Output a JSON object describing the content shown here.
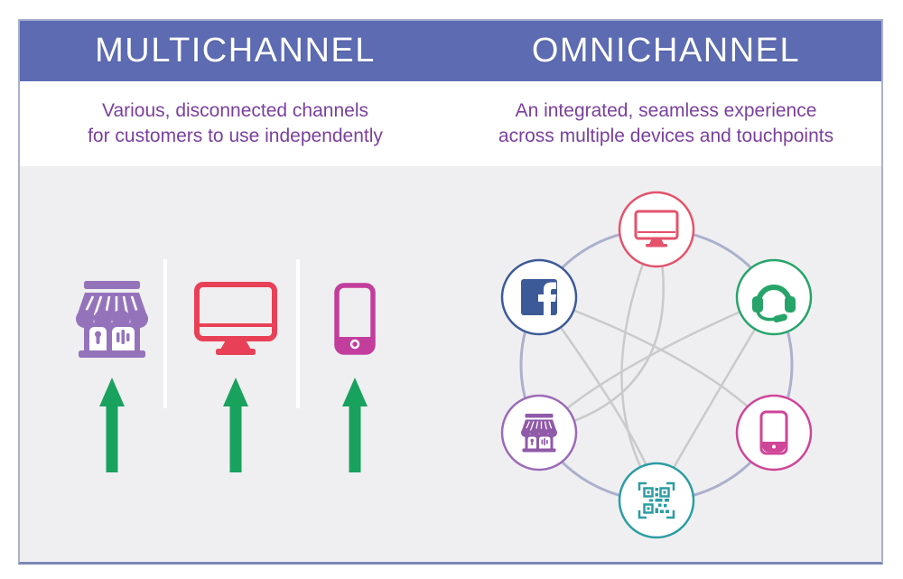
{
  "header": {
    "left_title": "MULTICHANNEL",
    "right_title": "OMNICHANNEL",
    "background_color": "#5c6bb2",
    "text_color": "#ffffff"
  },
  "subtitles": {
    "left": {
      "line1": "Various, disconnected channels",
      "line2": "for customers to use independently"
    },
    "right": {
      "line1": "An integrated, seamless experience",
      "line2": "across multiple devices and touchpoints"
    },
    "text_color": "#7b3f9e"
  },
  "multichannel_panel": {
    "channels": [
      {
        "icon": "storefront-icon",
        "color": "#9573bb"
      },
      {
        "icon": "desktop-monitor-icon",
        "color": "#e84157"
      },
      {
        "icon": "smartphone-icon",
        "color": "#c33d9d"
      }
    ],
    "arrow_icon": "up-arrow-icon",
    "arrow_color": "#19a15e",
    "divider_color": "#ffffff"
  },
  "omnichannel_panel": {
    "ring_color": "#abb0cc",
    "connection_color": "#cacaca",
    "nodes": [
      {
        "position": "top",
        "icon": "desktop-monitor-icon",
        "color": "#e4526b"
      },
      {
        "position": "top-right",
        "icon": "headset-icon",
        "color": "#27a469"
      },
      {
        "position": "bottom-right",
        "icon": "smartphone-icon",
        "color": "#cf4598"
      },
      {
        "position": "bottom",
        "icon": "qr-code-icon",
        "color": "#2b9da3"
      },
      {
        "position": "bottom-left",
        "icon": "storefront-icon",
        "color": "#8f5aa8"
      },
      {
        "position": "top-left",
        "icon": "facebook-icon",
        "color": "#3d5a98"
      }
    ]
  },
  "canvas": {
    "background": "#ffffff",
    "panel_background": "#efeff1",
    "frame_border_color": "#a9b1d2"
  }
}
